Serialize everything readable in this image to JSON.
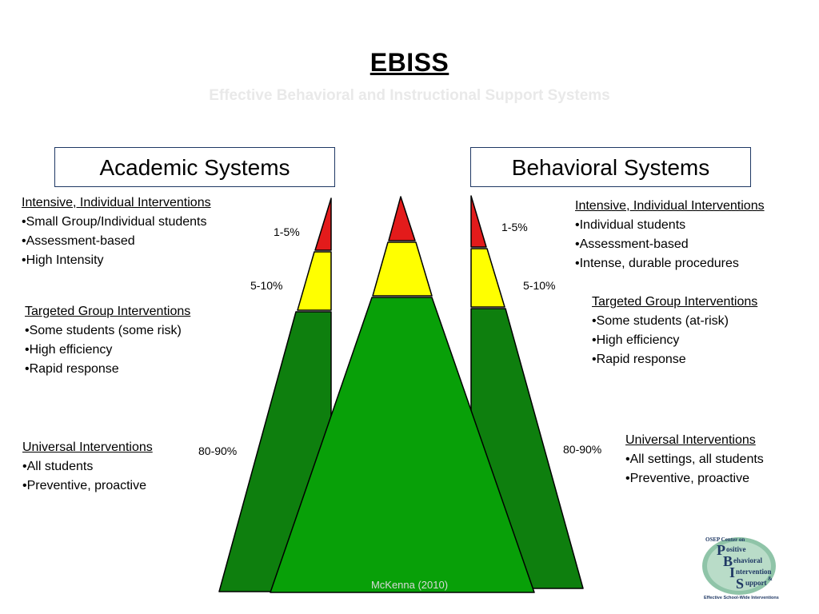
{
  "header": {
    "title": "EBISS",
    "subtitle": "Effective Behavioral and Instructional Support Systems"
  },
  "academic": {
    "box_label": "Academic Systems",
    "tiers": [
      {
        "heading": "Intensive, Individual Interventions",
        "bullets": [
          "•Small Group/Individual students",
          "•Assessment-based",
          "•High Intensity"
        ]
      },
      {
        "heading": "Targeted Group Interventions",
        "bullets": [
          "•Some students (some risk)",
          "•High efficiency",
          "•Rapid response"
        ]
      },
      {
        "heading": "Universal Interventions",
        "bullets": [
          "•All students",
          "•Preventive,  proactive"
        ]
      }
    ],
    "percentages": {
      "top": "1-5%",
      "middle": "5-10%",
      "bottom": "80-90%"
    }
  },
  "behavioral": {
    "box_label": "Behavioral Systems",
    "tiers": [
      {
        "heading": "Intensive, Individual Interventions",
        "bullets": [
          "•Individual students",
          "•Assessment-based",
          "•Intense, durable procedures"
        ]
      },
      {
        "heading": "Targeted Group Interventions",
        "bullets": [
          "•Some students (at-risk)",
          "•High efficiency",
          "•Rapid response"
        ]
      },
      {
        "heading": "Universal Interventions",
        "bullets": [
          "•All settings, all students",
          "•Preventive,  proactive"
        ]
      }
    ],
    "percentages": {
      "top": "1-5%",
      "middle": "5-10%",
      "bottom": "80-90%"
    }
  },
  "credit": "McKenna (2010)",
  "logo": {
    "top_text": "OSEP Center on",
    "words": [
      "Positive",
      "Behavioral",
      "Intervention",
      "&",
      "Support"
    ],
    "tagline": "Effective School-Wide Interventions"
  },
  "colors": {
    "red": "#e31b1b",
    "yellow": "#ffff00",
    "dark_green": "#0e7f0e",
    "center_green": "#08a008",
    "box_border": "#1f3864"
  }
}
